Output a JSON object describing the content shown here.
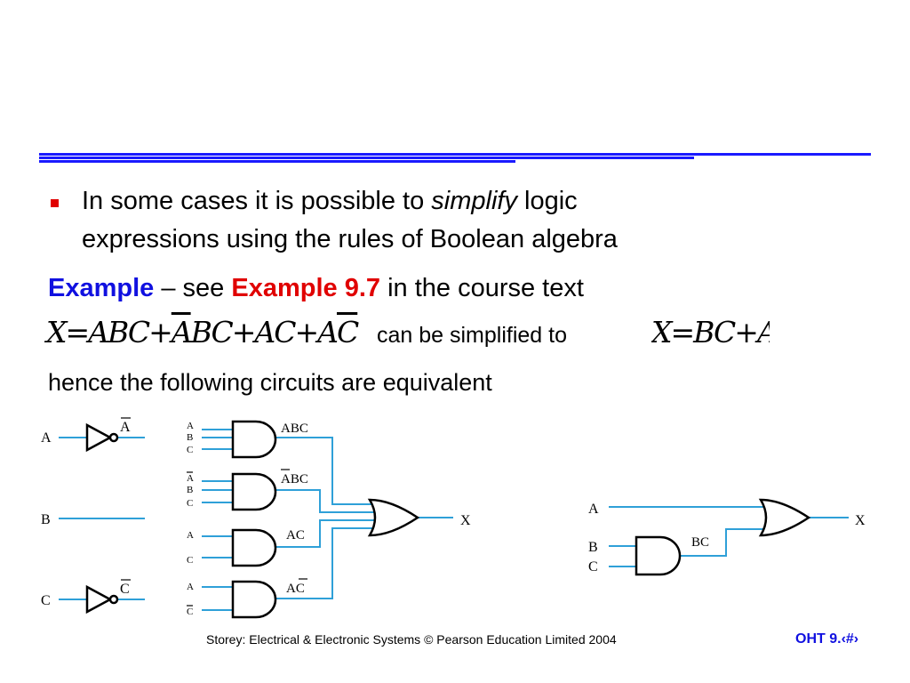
{
  "bullet": {
    "line1_pre": "In some cases it is possible to ",
    "line1_em": "simplify",
    "line1_post": " logic",
    "line2": "expressions using the rules of Boolean algebra"
  },
  "example": {
    "label": "Example",
    "sep": " – see ",
    "ref": "Example 9.7",
    "post": " in the course text"
  },
  "equation": {
    "lhs_x": "X",
    "eq": "=",
    "t1": "ABC",
    "plus": "+",
    "t2_a": "A",
    "t2_bc": "BC",
    "t3": "AC",
    "t4_a": "A",
    "t4_c": "C",
    "mid_text": "can be simplified to",
    "rhs_bc": "BC",
    "rhs_a": "A"
  },
  "hence": "hence the following circuits are equivalent",
  "circuit1": {
    "inputs": [
      "A",
      "B",
      "C"
    ],
    "inv_outputs": [
      "A",
      "C"
    ],
    "gate_inputs": [
      [
        "A",
        "B",
        "C"
      ],
      [
        "A",
        "B",
        "C"
      ],
      [
        "A",
        "C"
      ],
      [
        "A",
        "C"
      ]
    ],
    "gate_outputs": [
      "ABC",
      "ABC",
      "AC",
      "AC"
    ],
    "output": "X"
  },
  "circuit2": {
    "inputs": [
      "A",
      "B",
      "C"
    ],
    "and_output": "BC",
    "output": "X"
  },
  "footer": {
    "text": "Storey: Electrical & Electronic Systems © Pearson Education Limited 2004",
    "page": "OHT 9.‹#›"
  },
  "colors": {
    "rule": "#1a1aff",
    "bullet": "#e00000",
    "wire": "#2fa0d8",
    "example_blue": "#1010e0",
    "example_red": "#e00000"
  }
}
